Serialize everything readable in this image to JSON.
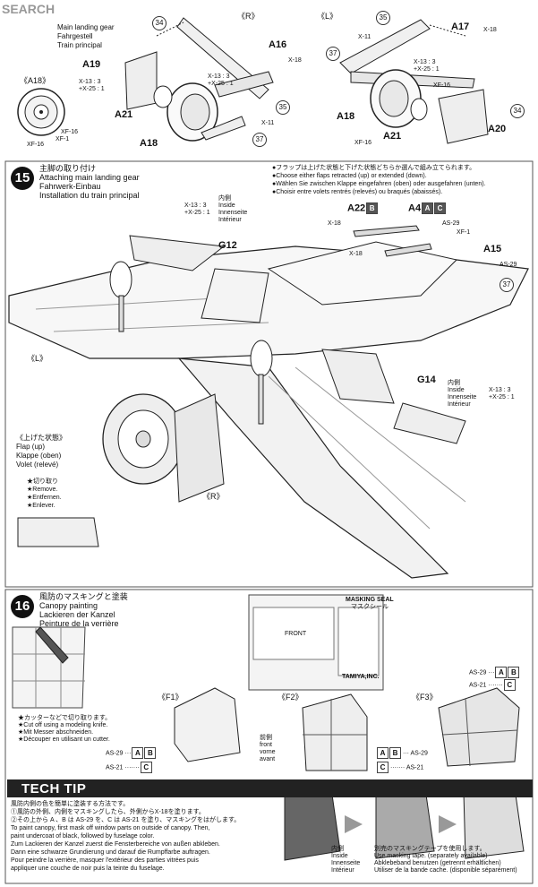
{
  "header": {
    "watermark": "SEARCH",
    "sub_labels": [
      "Main landing gear",
      "Fahrgestell",
      "Train principal"
    ]
  },
  "step_top": {
    "R_label": "《R》",
    "L_label": "《L》",
    "A18_label": "《A18》",
    "parts": [
      "A19",
      "A16",
      "A17",
      "A21",
      "A18",
      "A18",
      "A21",
      "A20"
    ],
    "colors": [
      "X-18",
      "X-18",
      "XF-16",
      "XF-16",
      "XF-16",
      "XF-16",
      "XF-1",
      "X-11",
      "X-11"
    ],
    "mix_R": [
      "X-13 : 3",
      "+X-25 : 1"
    ],
    "mix_R2": [
      "X-13 : 3",
      "+X-25 : 1"
    ],
    "mix_L": [
      "X-13 : 3",
      "+X-25 : 1"
    ],
    "circles": [
      "34",
      "35",
      "37",
      "35",
      "37",
      "34"
    ]
  },
  "step15": {
    "number": "15",
    "title_jp": "主脚の取り付け",
    "title_en": "Attaching main landing gear",
    "title_de": "Fahrwerk-Einbau",
    "title_fr": "Installation du train principal",
    "mix": [
      "X-13 : 3",
      "+X-25 : 1"
    ],
    "inside": [
      "内側",
      "Inside",
      "Innenseite",
      "Intérieur"
    ],
    "g12": "G12",
    "notes": [
      "●フラップは上げた状態と下げた状態どちらか選んで組み立てられます。",
      "●Choose either flaps retracted (up) or extended (down).",
      "●Wählen Sie zwischen Klappe eingefahren (oben) oder ausgefahren (unten).",
      "●Choisir entre volets rentrés (relevés) ou braqués (abaissés)."
    ],
    "a22": "A22",
    "a22_sq": "B",
    "a4": "A4",
    "a4_sq": [
      "A",
      "C"
    ],
    "a15": "A15",
    "colors": [
      "X-18",
      "X-18",
      "AS-29",
      "XF-1",
      "AS-29"
    ],
    "circle": "37",
    "L_label": "《L》",
    "R_label": "《R》",
    "g14": "G14",
    "g14_inside": [
      "内側",
      "Inside",
      "Innenseite",
      "Intérieur"
    ],
    "g14_mix": [
      "X-13 : 3",
      "+X-25 : 1"
    ],
    "flap_title": "《上げた状態》",
    "flap_lines": [
      "Flap (up)",
      "Klappe (oben)",
      "Volet (relevé)"
    ],
    "remove": [
      "★切り取り",
      "★Remove.",
      "★Entfernen.",
      "★Enlever."
    ]
  },
  "step16": {
    "number": "16",
    "title_jp": "風防のマスキングと塗装",
    "title_en": "Canopy painting",
    "title_de": "Lackieren der Kanzel",
    "title_fr": "Peinture de la verrière",
    "seal_title": "MASKING SEAL",
    "seal_sub": "マスクシール",
    "seal_brand": "TAMIYA,INC.",
    "seal_front": "FRONT",
    "cut_notes": [
      "★カッターなどで切り取ります。",
      "★Cut off using a modeling knife.",
      "★Mit Messer abschneiden.",
      "★Découper en utilisant un cutter."
    ],
    "F1": "《F1》",
    "F2": "《F2》",
    "F3": "《F3》",
    "front": [
      "前側",
      "front",
      "vorne",
      "avant"
    ],
    "as29": "AS-29",
    "as21": "AS-21",
    "sq_ab": [
      "A",
      "B"
    ],
    "sq_c": "C"
  },
  "techtip": {
    "title": "TECH TIP",
    "lines": [
      "風防内側の色を簡単に塗装する方法です。",
      "①風防の外側、内側をマスキングしたら、外側からX-18を塗ります。",
      "②その上から A 、B は AS-29 を、C は AS-21 を塗り、マスキングをはがします。",
      "To paint canopy, first mask off window parts on outside of canopy. Then,",
      "paint undercoat of black, followed by fuselage color.",
      "Zum Lackieren der Kanzel zuerst die Fensterbereiche von außen abkleben.",
      "Dann eine schwarze Grundierung und darauf die Rumpffarbe auftragen.",
      "Pour peindre la verrière, masquer l'extérieur des parties vitrées puis",
      "appliquer une couche de noir puis la teinte du fuselage."
    ],
    "inside": [
      "内側",
      "Inside",
      "Innenseite",
      "Intérieur"
    ],
    "tape": [
      "別売のマスキングテープを使用します。",
      "Use masking tape. (separately available)",
      "Abklebeband benutzen (getrennt erhältlichen)",
      "Utiliser de la bande cache. (disponible séparément)"
    ]
  }
}
